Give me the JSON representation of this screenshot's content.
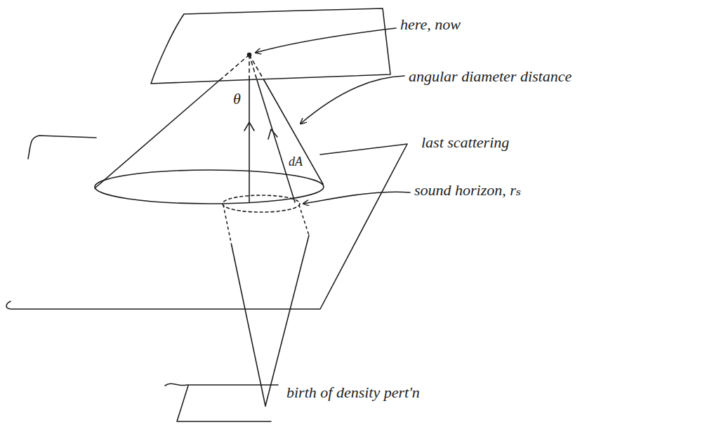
{
  "diagram": {
    "labels": [
      "here, now",
      "angular diameter distance",
      "θ",
      "dA",
      "last scattering",
      "sound horizon, rₛ",
      "birth of density pert'n"
    ]
  }
}
